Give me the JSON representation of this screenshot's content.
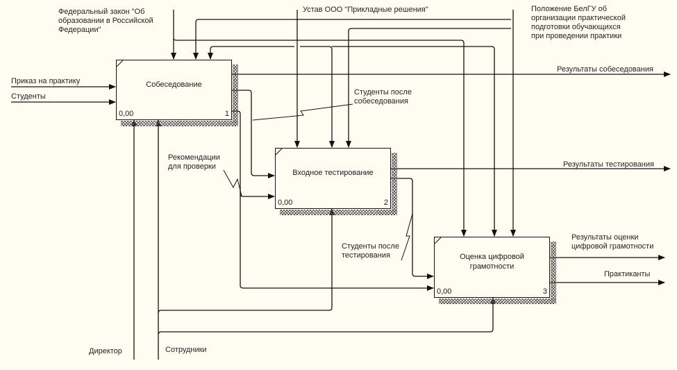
{
  "diagram": {
    "type": "IDEF0",
    "blocks": [
      {
        "id": 1,
        "title": "Собеседование",
        "cost": "0,00",
        "number": "1"
      },
      {
        "id": 2,
        "title": "Входное тестирование",
        "cost": "0,00",
        "number": "2"
      },
      {
        "id": 3,
        "title": "Оценка цифровой грамотности",
        "cost": "0,00",
        "number": "3"
      }
    ],
    "controls": {
      "federal_law": "Федеральный закон \"Об образовании в Российской Федерации\"",
      "federal_law_lines": [
        "Федеральный закон \"Об",
        "образовании в Российской",
        "Федерации\""
      ],
      "charter": "Устав ООО \"Прикладные решения\"",
      "regulation_lines": [
        "Положение БелГУ об",
        "организации практической",
        "подготовки обучающихся",
        "при проведении практики"
      ]
    },
    "inputs": {
      "order": "Приказ на практику",
      "students": "Студенты"
    },
    "mechanisms": {
      "director": "Директор",
      "staff": "Сотрудники"
    },
    "arrows": {
      "interview_results": "Результаты собеседования",
      "students_after_interview_lines": [
        "Студенты после",
        "собеседования"
      ],
      "recommendations_lines": [
        "Рекомендации",
        "для проверки"
      ],
      "test_results": "Результаты тестирования",
      "students_after_test_lines": [
        "Студенты после",
        "тестирования"
      ],
      "assessment_results_lines": [
        "Результаты оценки",
        "цифровой грамотности"
      ],
      "interns": "Практиканты"
    }
  }
}
